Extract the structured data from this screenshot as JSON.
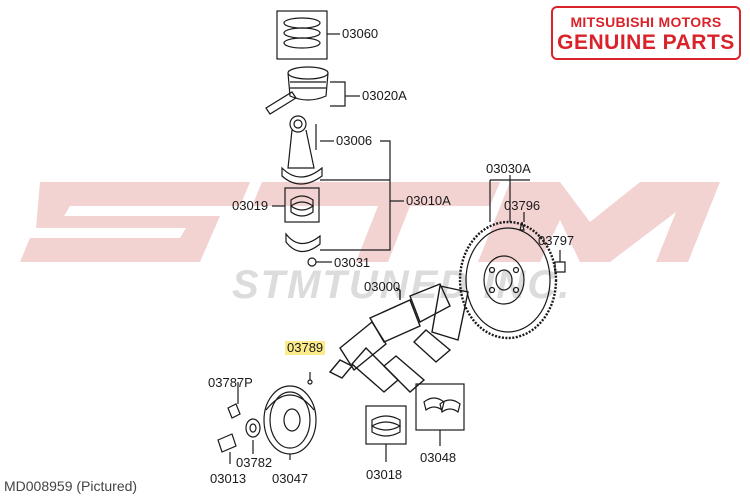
{
  "diagram": {
    "part_labels": {
      "rings": "03060",
      "piston": "03020A",
      "rod_bolt": "03006",
      "rod_assembly": "03010A",
      "rod_bearing": "03019",
      "rod_nut": "03031",
      "flywheel": "03030A",
      "flywheel_dowel": "03796",
      "flywheel_bolt": "03797",
      "crankshaft": "03000",
      "highlighted_part": "03789",
      "pulley_bolt_p": "03787P",
      "pulley_washer": "03782",
      "pulley_bolt": "03013",
      "damper_pulley": "03047",
      "main_bearing": "03018",
      "thrust_bearing": "03048"
    },
    "highlight_color": "#fbeb8a"
  },
  "badge": {
    "line1": "MITSUBISHI MOTORS",
    "line2": "GENUINE PARTS",
    "color": "#d8232a"
  },
  "watermark": {
    "text": "STMTUNED INC."
  },
  "footer": {
    "code": "MD008959  (Pictured)"
  }
}
